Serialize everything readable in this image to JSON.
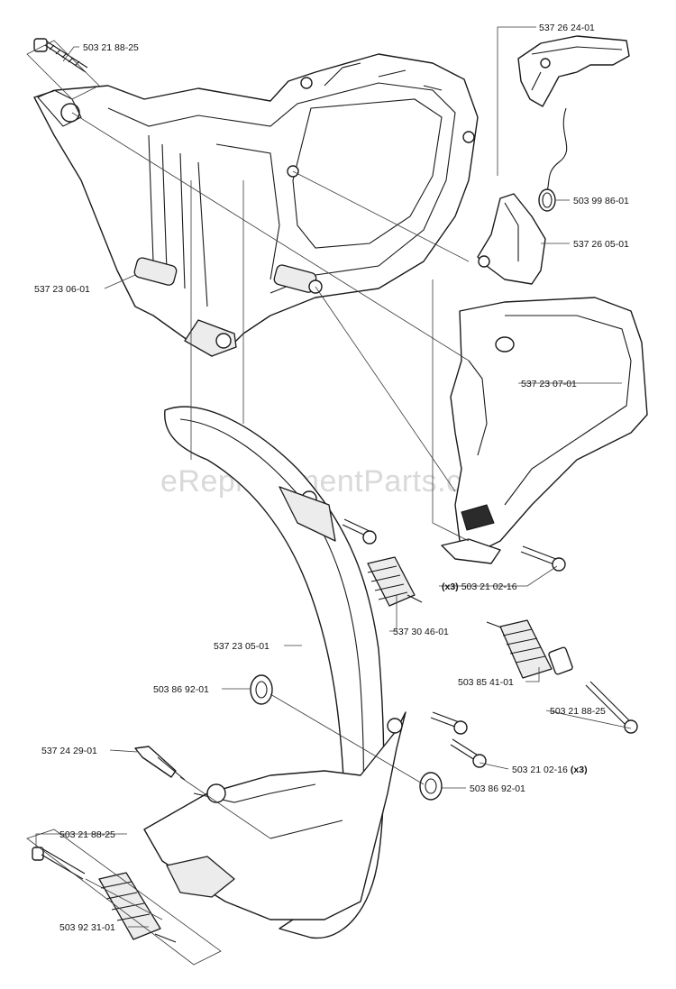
{
  "watermark": "eReplacementParts.com",
  "callouts": [
    {
      "id": "c1",
      "part": "503 21 88-25"
    },
    {
      "id": "c2",
      "part": "537 26 24-01"
    },
    {
      "id": "c3",
      "part": "503 99 86-01"
    },
    {
      "id": "c4",
      "part": "537 26 05-01"
    },
    {
      "id": "c5",
      "part": "537 23 06-01"
    },
    {
      "id": "c6",
      "part": "537 23 07-01"
    },
    {
      "id": "c7",
      "prefix": "(x3)",
      "part": "503 21 02-16"
    },
    {
      "id": "c8",
      "part": "537 30 46-01"
    },
    {
      "id": "c9",
      "part": "537 23 05-01"
    },
    {
      "id": "c10",
      "part": "503 85 41-01"
    },
    {
      "id": "c11",
      "part": "503 86 92-01"
    },
    {
      "id": "c12",
      "part": "503 21 88-25"
    },
    {
      "id": "c13",
      "part": "537 24 29-01"
    },
    {
      "id": "c14",
      "part": "503 21 02-16",
      "suffix": "(x3)"
    },
    {
      "id": "c15",
      "part": "503 86 92-01"
    },
    {
      "id": "c16",
      "part": "503 21 88-25"
    },
    {
      "id": "c17",
      "part": "503 92 31-01"
    }
  ]
}
